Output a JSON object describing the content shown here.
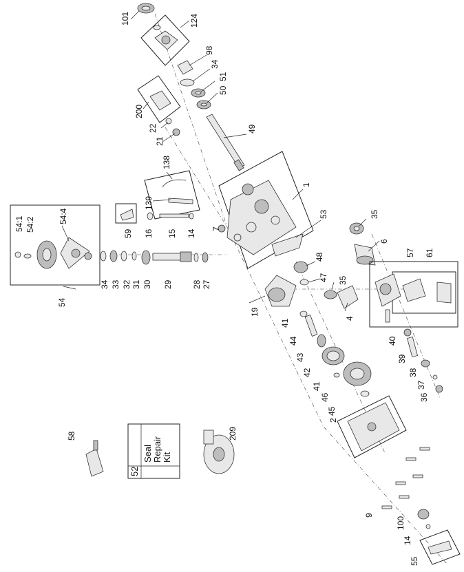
{
  "callouts": {
    "c101": "101",
    "c124": "124",
    "c98": "98",
    "c34a": "34",
    "c51": "51",
    "c50": "50",
    "c200": "200",
    "c22": "22",
    "c21": "21",
    "c49": "49",
    "c138": "138",
    "c1": "1",
    "c139": "139",
    "c53": "53",
    "c54_1": "54:1",
    "c54_2": "54:2",
    "c54_4": "54:4",
    "c59": "59",
    "c16": "16",
    "c15": "15",
    "c14a": "14",
    "c7": "7",
    "c35a": "35",
    "c6": "6",
    "c48": "48",
    "c47": "47",
    "c35b": "35",
    "c57": "57",
    "c61": "61",
    "c54": "54",
    "c34b": "34",
    "c33": "33",
    "c32": "32",
    "c31": "31",
    "c30": "30",
    "c29": "29",
    "c28": "28",
    "c27": "27",
    "c19": "19",
    "c4": "4",
    "c41a": "41",
    "c44": "44",
    "c40": "40",
    "c43": "43",
    "c39": "39",
    "c42": "42",
    "c38": "38",
    "c41b": "41",
    "c37": "37",
    "c46": "46",
    "c36": "36",
    "c45": "45",
    "c2": "2",
    "c58": "58",
    "c209": "209",
    "c9": "9",
    "c100": "100",
    "c14b": "14",
    "c55": "55"
  },
  "seal_kit": {
    "number": "52",
    "line1": "Seal",
    "line2": "Repair",
    "line3": "Kit"
  }
}
